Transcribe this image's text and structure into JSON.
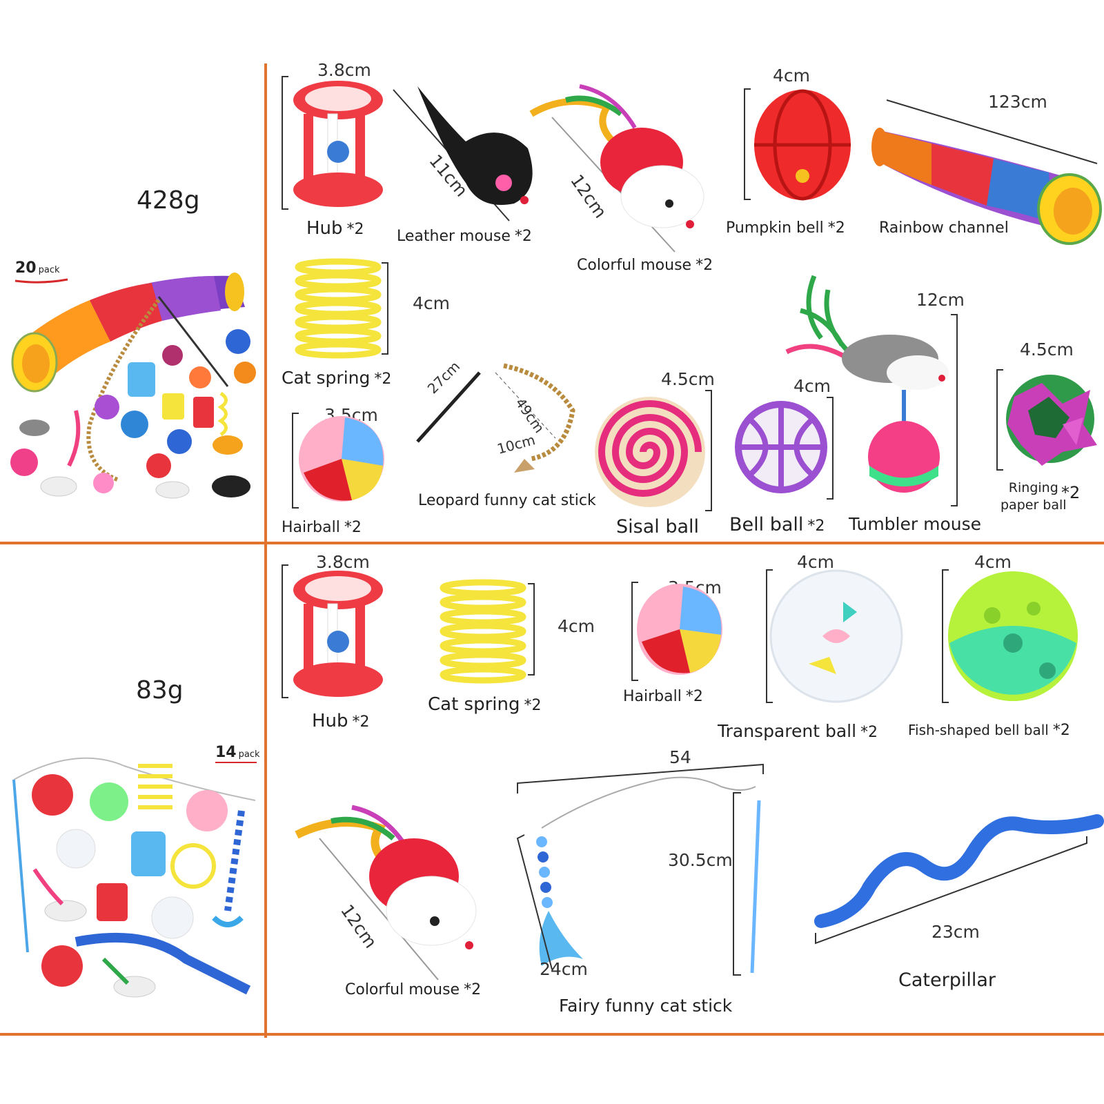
{
  "top": {
    "weight": "428g",
    "pack_count": "20",
    "pack_unit": "pack",
    "items": [
      {
        "name": "Hub",
        "qty": "*2",
        "dim": "3.8cm"
      },
      {
        "name": "Leather mouse",
        "qty": "*2",
        "dim": "11cm"
      },
      {
        "name": "Colorful mouse",
        "qty": "*2",
        "dim": "12cm"
      },
      {
        "name": "Pumpkin bell",
        "qty": "*2",
        "dim": "4cm"
      },
      {
        "name": "Rainbow channel",
        "qty": "",
        "dim": "123cm"
      },
      {
        "name": "Cat spring",
        "qty": "*2",
        "dim": "4cm"
      },
      {
        "name": "Hairball",
        "qty": "*2",
        "dim": "3.5cm"
      },
      {
        "name": "Leopard funny cat stick",
        "qty": "",
        "dim1": "27cm",
        "dim2": "49cm",
        "dim3": "10cm"
      },
      {
        "name": "Sisal ball",
        "qty": "",
        "dim": "4.5cm"
      },
      {
        "name": "Bell ball",
        "qty": "*2",
        "dim": "4cm"
      },
      {
        "name": "Tumbler mouse",
        "qty": "",
        "dim": "12cm"
      },
      {
        "name1": "Ringing",
        "name2": "paper ball",
        "qty": "*2",
        "dim": "4.5cm"
      }
    ]
  },
  "bottom": {
    "weight": "83g",
    "pack_count": "14",
    "pack_unit": "pack",
    "items": [
      {
        "name": "Hub",
        "qty": "*2",
        "dim": "3.8cm"
      },
      {
        "name": "Cat spring",
        "qty": "*2",
        "dim": "4cm"
      },
      {
        "name": "Hairball",
        "qty": "*2",
        "dim": "3.5cm"
      },
      {
        "name": "Transparent ball",
        "qty": "*2",
        "dim": "4cm"
      },
      {
        "name": "Fish-shaped bell ball",
        "qty": "*2",
        "dim": "4cm"
      },
      {
        "name": "Colorful mouse",
        "qty": "*2",
        "dim": "12cm"
      },
      {
        "name": "Fairy funny cat stick",
        "qty": "",
        "dim1": "54",
        "dim2": "30.5cm",
        "dim3": "24cm"
      },
      {
        "name": "Caterpillar",
        "qty": "",
        "dim": "23cm"
      }
    ]
  },
  "colors": {
    "divider": "#e2732d",
    "accent_red": "#e8343c",
    "accent_yellow": "#f5e43b",
    "accent_blue": "#2f66d6",
    "accent_purple": "#9b4fd1"
  }
}
